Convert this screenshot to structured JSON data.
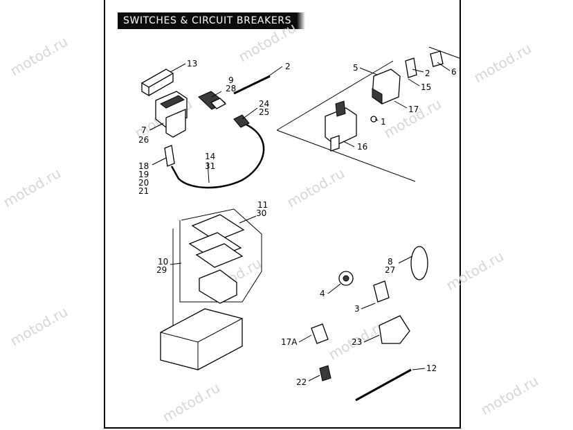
{
  "title": "SWITCHES  & CIRCUIT BREAKERS",
  "watermark": "motod.ru",
  "callouts": {
    "c13": "13",
    "c9": "9",
    "c28": "28",
    "c2a": "2",
    "c5": "5",
    "c2b": "2",
    "c6": "6",
    "c15": "15",
    "c17": "17",
    "c24": "24",
    "c25": "25",
    "c1": "1",
    "c7": "7",
    "c26": "26",
    "c16": "16",
    "c14": "14",
    "c31": "31",
    "c18": "18",
    "c19": "19",
    "c20": "20",
    "c21": "21",
    "c11": "11",
    "c30": "30",
    "c10": "10",
    "c29": "29",
    "c8": "8",
    "c27": "27",
    "c4": "4",
    "c3": "3",
    "c17a": "17A",
    "c23": "23",
    "c22": "22",
    "c12": "12"
  }
}
